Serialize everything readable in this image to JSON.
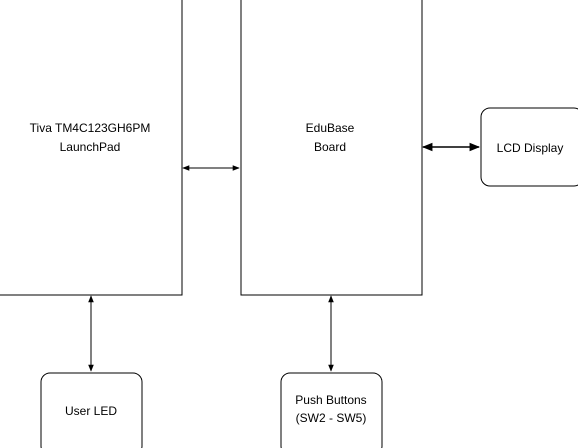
{
  "diagram": {
    "blocks": {
      "launchpad": {
        "line1": "Tiva TM4C123GH6PM",
        "line2": "LaunchPad"
      },
      "edubase": {
        "line1": "EduBase",
        "line2": "Board"
      },
      "lcd": {
        "label": "LCD Display"
      },
      "user_led": {
        "label": "User LED"
      },
      "push_buttons": {
        "line1": "Push Buttons",
        "line2": "(SW2 - SW5)"
      }
    },
    "connections": [
      {
        "from": "launchpad",
        "to": "edubase",
        "direction": "bidirectional"
      },
      {
        "from": "edubase",
        "to": "lcd",
        "direction": "bidirectional"
      },
      {
        "from": "launchpad",
        "to": "user_led",
        "direction": "bidirectional"
      },
      {
        "from": "edubase",
        "to": "push_buttons",
        "direction": "bidirectional"
      }
    ],
    "colors": {
      "stroke": "#000000",
      "fill": "#ffffff"
    }
  }
}
